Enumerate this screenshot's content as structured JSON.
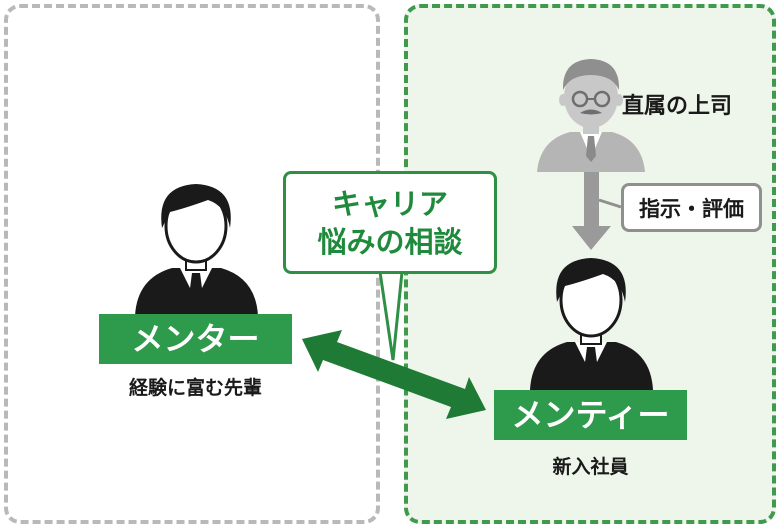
{
  "consult_bubble": {
    "line1": "キャリア",
    "line2": "悩みの相談"
  },
  "mentor": {
    "label": "メンター",
    "caption": "経験に富む先輩"
  },
  "mentee": {
    "label": "メンティー",
    "caption": "新入社員"
  },
  "supervisor": {
    "label": "直属の上司"
  },
  "instruction": {
    "label": "指示・評価"
  },
  "colors": {
    "green": "#2e9a4b",
    "grey": "#a0a0a0",
    "dark": "#1a1a1a"
  }
}
